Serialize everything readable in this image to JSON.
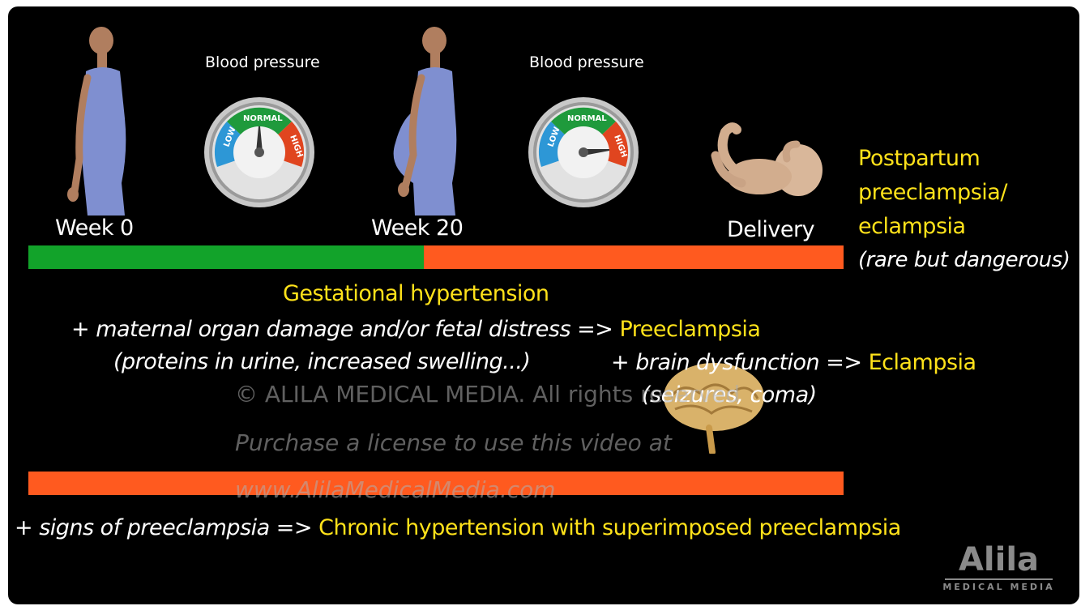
{
  "gauges": [
    {
      "title": "Blood pressure",
      "low": "LOW",
      "normal": "NORMAL",
      "high": "HIGH",
      "reading": "normal"
    },
    {
      "title": "Blood pressure",
      "low": "LOW",
      "normal": "NORMAL",
      "high": "HIGH",
      "reading": "high"
    }
  ],
  "timeline": {
    "week0": "Week 0",
    "week20": "Week 20",
    "delivery": "Delivery"
  },
  "postpartum": {
    "line1": "Postpartum",
    "line2": "preeclampsia/",
    "line3": "eclampsia",
    "note": "(rare but dangerous)"
  },
  "gestational": {
    "title": "Gestational hypertension",
    "organ_prefix": "+ maternal organ damage and/or fetal distress =>",
    "preeclampsia": "Preeclampsia",
    "organ_note": "(proteins in urine, increased swelling...)",
    "brain_prefix": "+ brain dysfunction =>",
    "eclampsia": "Eclampsia",
    "brain_note": "(seizures, coma)"
  },
  "chronic": {
    "prefix": "+ signs of preeclampsia =>",
    "label": "Chronic hypertension with superimposed preeclampsia"
  },
  "watermark": {
    "line1": "© ALILA MEDICAL MEDIA. All rights reserved",
    "line2": "Purchase a license to use this video at",
    "line3": "www.AlilaMedicalMedia.com"
  },
  "logo": {
    "name": "Alila",
    "sub": "MEDICAL MEDIA"
  },
  "colors": {
    "green": "#12a32a",
    "orange": "#ff5a1f",
    "yellow": "#ffe21a",
    "background": "#000000"
  }
}
